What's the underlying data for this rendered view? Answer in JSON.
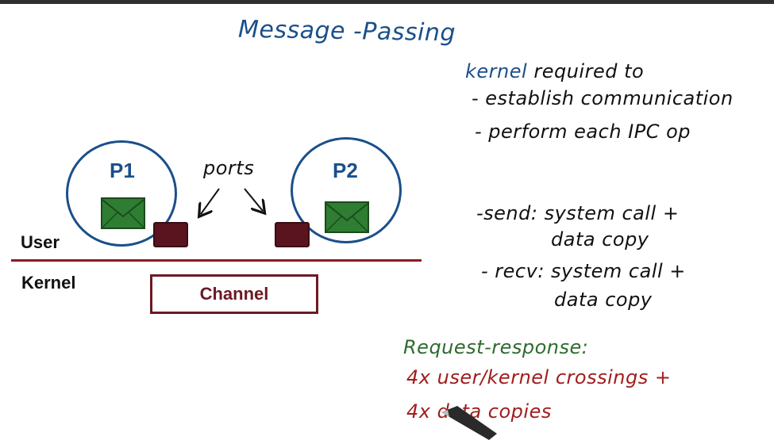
{
  "title": "Message -Passing",
  "diagram": {
    "user_label": "User",
    "kernel_label": "Kernel",
    "p1_label": "P1",
    "p2_label": "P2",
    "ports_label": "ports",
    "channel_label": "Channel",
    "envelope_icon": "envelope-icon",
    "colors": {
      "ink_blue": "#1b4f8a",
      "port_fill": "#5a1420",
      "divider": "#8a1b24",
      "envelope_green": "#2e7d32",
      "channel_border": "#6b1a24"
    }
  },
  "notes": {
    "kernel_word": "kernel",
    "kernel_rest": "required to",
    "items": [
      "- establish communication",
      "- perform each IPC op"
    ],
    "send_line1": "-send: system call +",
    "send_line2": "data copy",
    "recv_line1": "- recv: system call +",
    "recv_line2": "data copy"
  },
  "request_response": {
    "heading": "Request-response:",
    "line1": "4x user/kernel crossings +",
    "line2": "4x data copies"
  }
}
